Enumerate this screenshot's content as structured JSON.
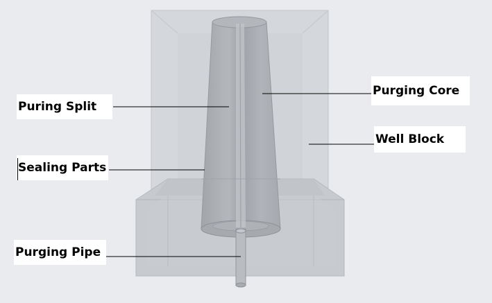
{
  "labels": {
    "puring_split": "Puring Split",
    "sealing_parts": "Sealing Parts",
    "purging_pipe": "Purging Pipe",
    "purging_core": "Purging Core",
    "well_block": "Well Block"
  },
  "colors": {
    "background": "#e9ebee",
    "label_background": "#ffffff",
    "leader_line": "#000000"
  }
}
